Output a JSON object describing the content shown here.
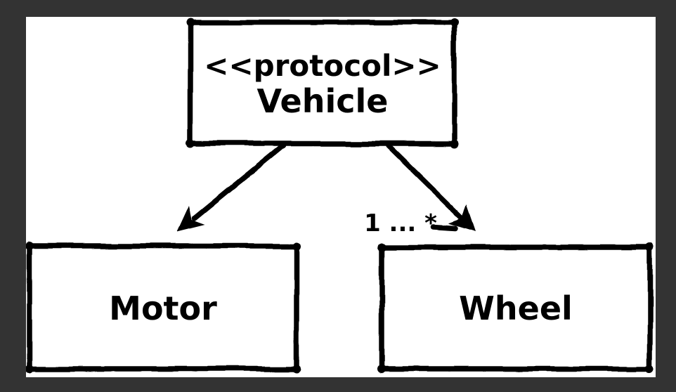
{
  "colors": {
    "frame_background": "#333333",
    "canvas_background": "#ffffff",
    "ink": "#000000"
  },
  "diagram": {
    "nodes": [
      {
        "id": "vehicle",
        "stereotype": "<<protocol>>",
        "name": "Vehicle"
      },
      {
        "id": "motor",
        "name": "Motor"
      },
      {
        "id": "wheel",
        "name": "Wheel"
      }
    ],
    "edges": [
      {
        "from": "Vehicle",
        "to": "Motor"
      },
      {
        "from": "Vehicle",
        "to": "Wheel",
        "label": "1 ... *"
      }
    ]
  }
}
